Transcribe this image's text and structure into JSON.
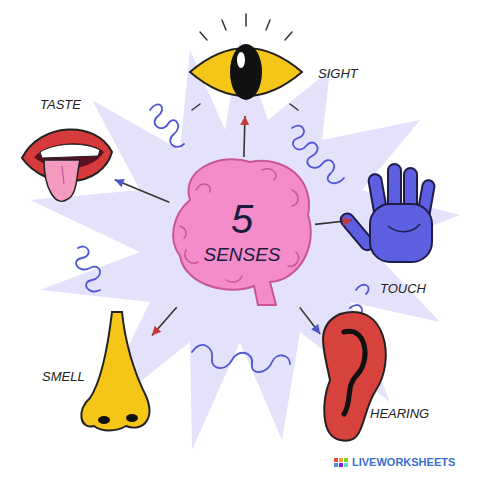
{
  "diagram": {
    "nodes": [
      {
        "text": [
          "5",
          "SENSES"
        ]
      },
      {
        "text": [
          "SIGHT"
        ]
      },
      {
        "text": [
          "TOUCH"
        ]
      },
      {
        "text": [
          "HEARING"
        ]
      },
      {
        "text": [
          "SMELL"
        ]
      },
      {
        "text": [
          "TASTE"
        ]
      }
    ],
    "edges": [
      {
        "from": 0,
        "to": 1,
        "arrow": "to"
      },
      {
        "from": 0,
        "to": 2,
        "arrow": "to"
      },
      {
        "from": 0,
        "to": 3,
        "arrow": "to"
      },
      {
        "from": 0,
        "to": 4,
        "arrow": "to"
      },
      {
        "from": 0,
        "to": 5,
        "arrow": "to"
      }
    ],
    "labels": [
      "LIVEWORKSHEETS"
    ]
  }
}
